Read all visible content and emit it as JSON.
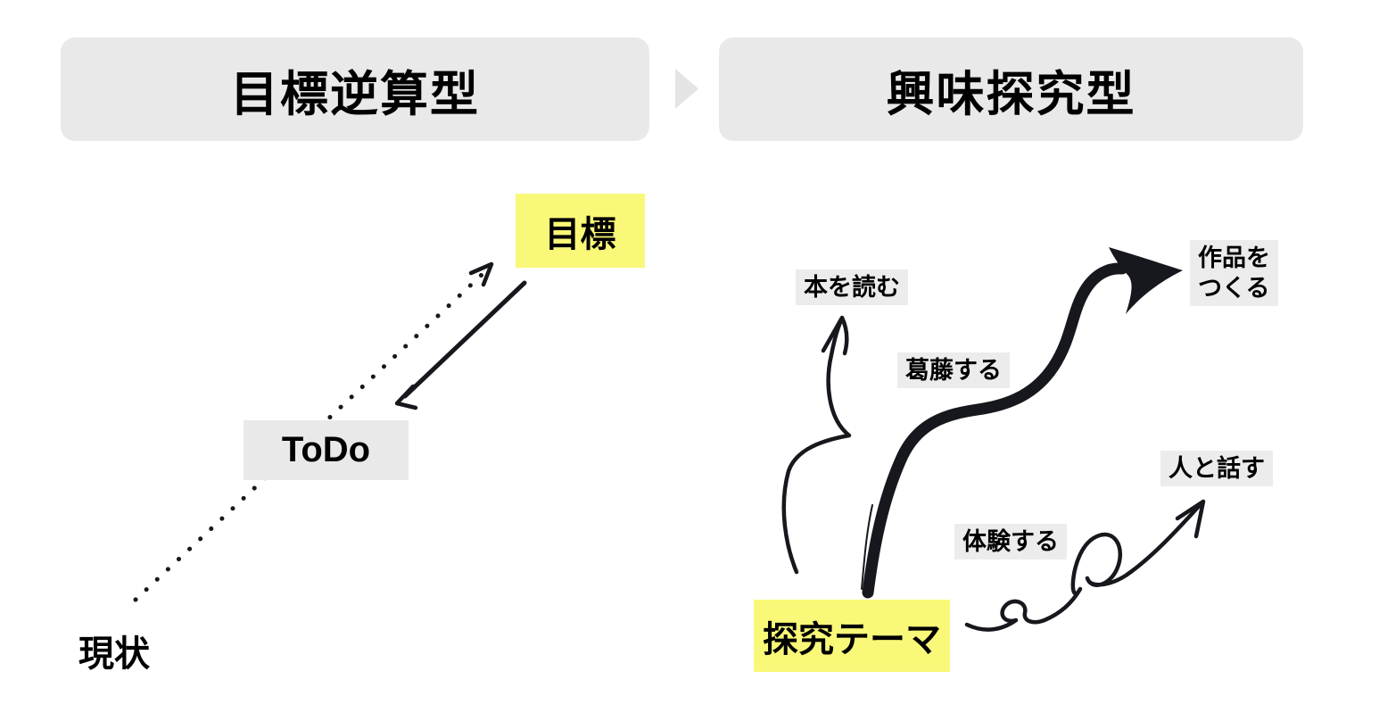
{
  "colors": {
    "accent_yellow": "#faf878",
    "box_gray": "#e9e9e9",
    "label_gray": "#ececec",
    "chevron_gray": "#e4e4e4",
    "ink": "#16181d",
    "background": "#ffffff"
  },
  "left_panel": {
    "header": "目標逆算型",
    "goal": "目標",
    "todo": "ToDo",
    "current": "現状"
  },
  "right_panel": {
    "header": "興味探究型",
    "theme": "探究テーマ",
    "read": "本を読む",
    "struggle": "葛藤する",
    "create": "作品を\nつくる",
    "experience": "体験する",
    "talk": "人と話す"
  },
  "arrows": [
    {
      "from": "現状",
      "to": "目標",
      "style": "dotted"
    },
    {
      "from": "目標",
      "to": "ToDo",
      "style": "solid"
    },
    {
      "from": "探究テーマ",
      "to": "本を読む",
      "style": "hand-drawn-curve"
    },
    {
      "from": "探究テーマ",
      "to": "作品をつくる",
      "style": "thick-brush-s-curve"
    },
    {
      "from": "探究テーマ",
      "to": "人と話す",
      "style": "looping-curl"
    }
  ]
}
